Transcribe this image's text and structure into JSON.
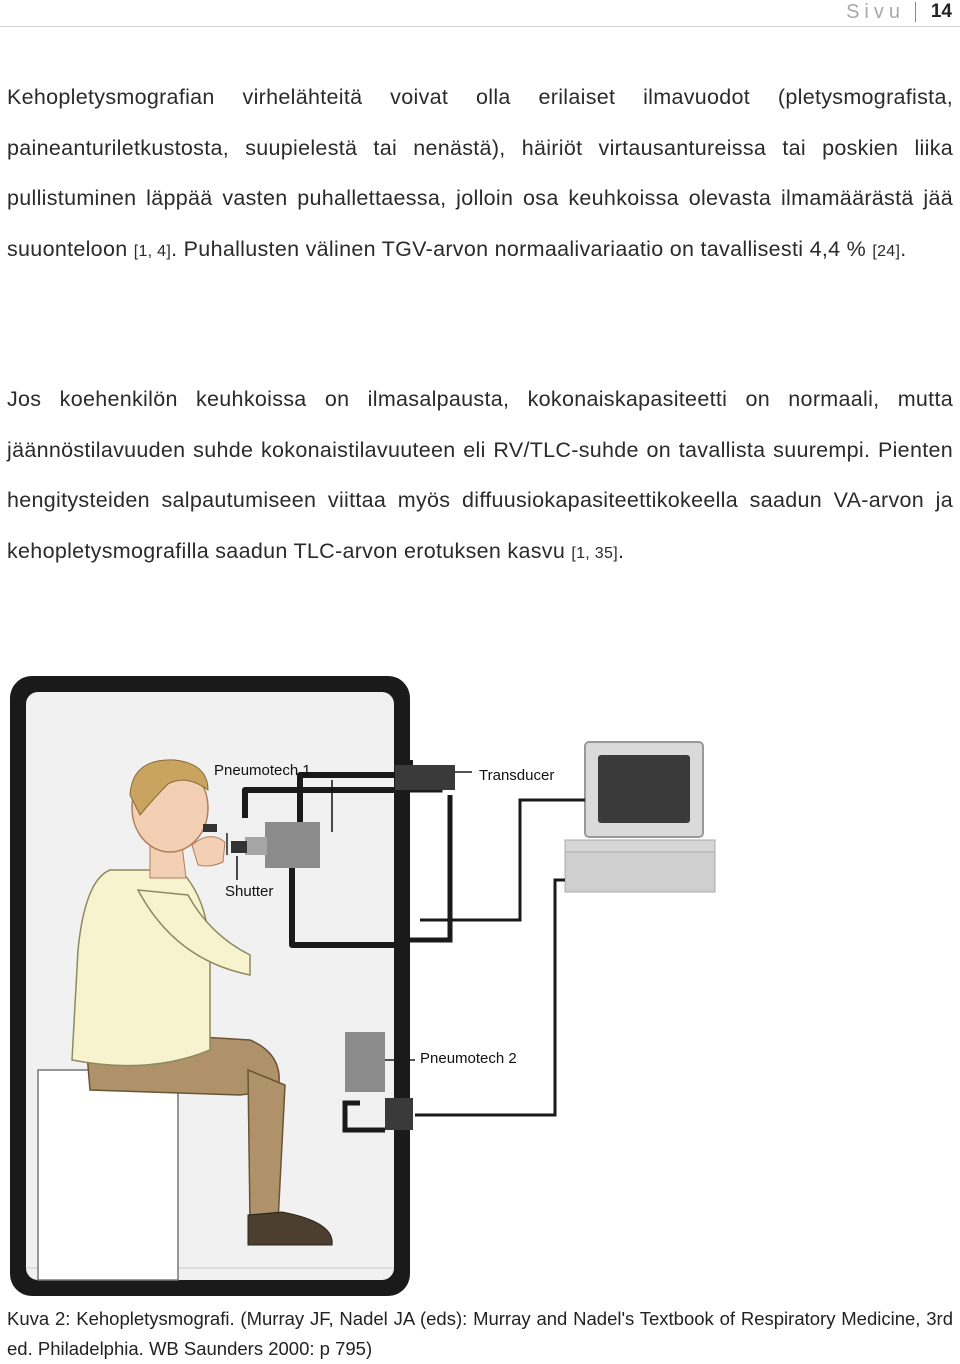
{
  "header": {
    "label": "Sivu",
    "page_number": "14"
  },
  "paragraph1": {
    "text_a": "Kehopletysmografian virhelähteitä voivat olla erilaiset ilmavuodot (pletysmografista, paineanturiletkustosta, suupielestä tai nenästä), häiriöt virtausantureissa tai poskien liika pullistuminen läppää vasten puhallettaessa, jolloin osa keuhkoissa olevasta ilmamäärästä jää suuonteloon ",
    "ref_a": "[1, 4]",
    "text_b": ". Puhallusten välinen TGV-arvon normaalivariaatio on tavallisesti 4,4 % ",
    "ref_b": "[24]",
    "text_c": "."
  },
  "paragraph2": {
    "text_a": "Jos koehenkilön keuhkoissa on ilmasalpausta, kokonaiskapasiteetti on normaali, mutta jäännöstilavuuden suhde kokonaistilavuuteen eli RV/TLC-suhde on tavallista suurempi. Pienten hengitysteiden salpautumiseen viittaa myös diffuusiokapasiteettikokeella saadun VA-arvon ja kehopletysmografilla saadun TLC-arvon erotuksen kasvu ",
    "ref_a": "[1, 35]",
    "text_b": "."
  },
  "figure": {
    "labels": {
      "pneumotech1": "Pneumotech 1",
      "transducer": "Transducer",
      "shutter": "Shutter",
      "pneumotech2": "Pneumotech 2"
    },
    "colors": {
      "booth_fill": "#f1f1f1",
      "booth_frame": "#1a1a1a",
      "shirt": "#f7f3cf",
      "trousers": "#b0926a",
      "skin": "#f3cfb3",
      "hair": "#c9a461",
      "seat": "#ffffff",
      "device_gray": "#8c8c8c",
      "screen": "#3a3a3a"
    }
  },
  "caption": {
    "text": "Kuva 2: Kehopletysmografi. (Murray JF, Nadel JA (eds): Murray and Nadel's Textbook of Respiratory Medicine, 3rd ed. Philadelphia. WB Saunders 2000: p 795)"
  }
}
